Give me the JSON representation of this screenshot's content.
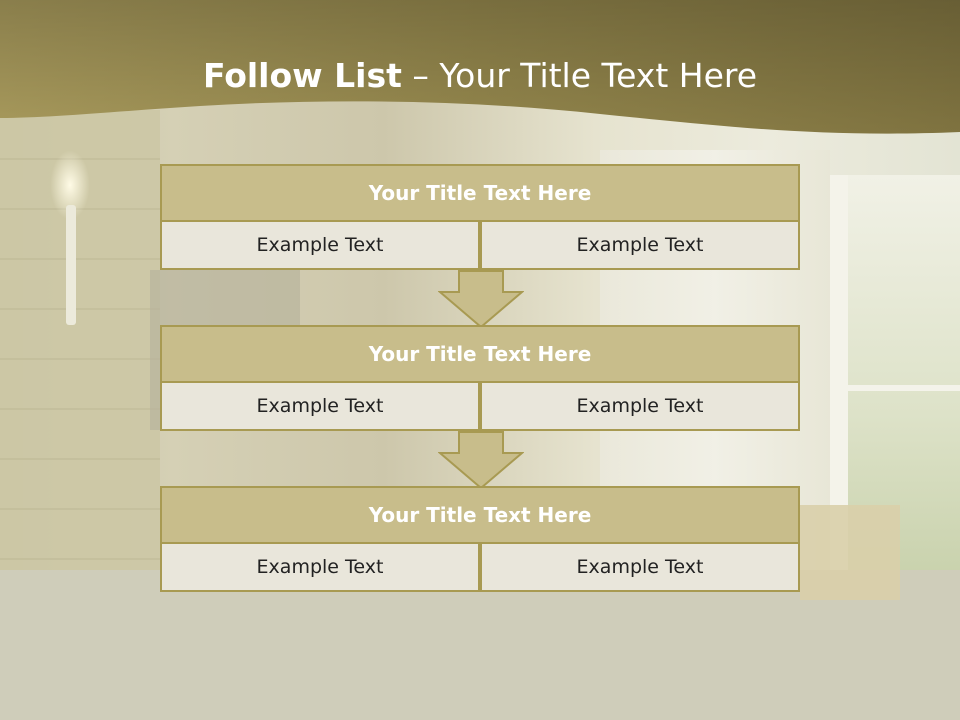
{
  "slide": {
    "title_bold": "Follow List",
    "title_rest": " – Your Title Text Here",
    "colors": {
      "banner": "#8a7d45",
      "header_fill": "#c8bd8b",
      "border": "#a89a52",
      "cell_fill": "#e9e6db"
    }
  },
  "blocks": [
    {
      "title": "Your Title Text Here",
      "left": "Example Text",
      "right": "Example Text"
    },
    {
      "title": "Your Title Text Here",
      "left": "Example Text",
      "right": "Example Text"
    },
    {
      "title": "Your Title Text Here",
      "left": "Example Text",
      "right": "Example Text"
    }
  ],
  "connectors": [
    "down-arrow-icon",
    "down-arrow-icon"
  ]
}
